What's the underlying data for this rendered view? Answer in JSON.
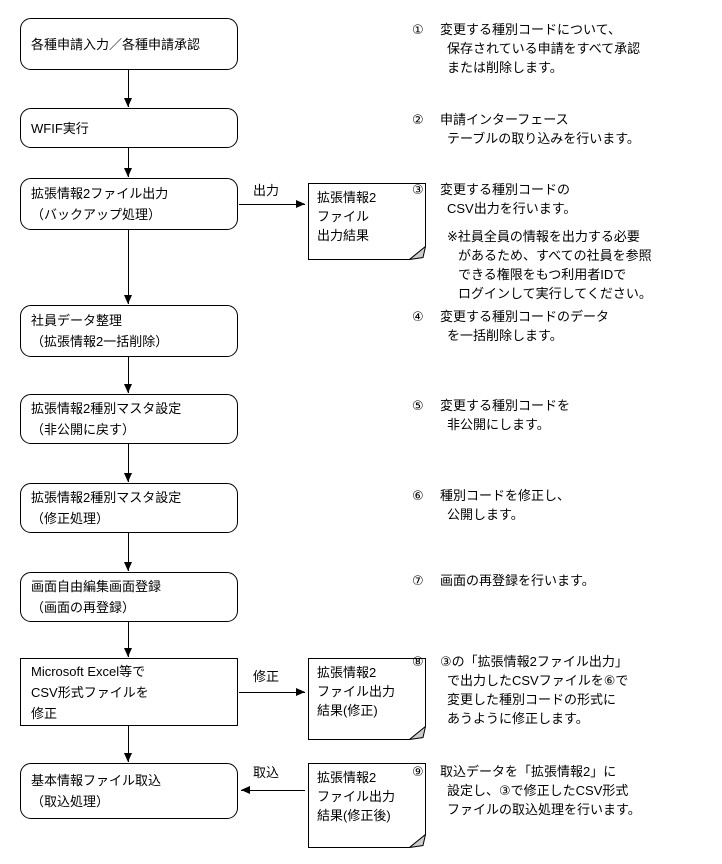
{
  "diagram": {
    "steps": [
      {
        "lines": [
          "各種申請入力／各種申請承認"
        ]
      },
      {
        "lines": [
          "WFIF実行"
        ]
      },
      {
        "lines": [
          "拡張情報2ファイル出力",
          "（バックアップ処理）"
        ]
      },
      {
        "lines": [
          "社員データ整理",
          "（拡張情報2一括削除）"
        ]
      },
      {
        "lines": [
          "拡張情報2種別マスタ設定",
          "（非公開に戻す）"
        ]
      },
      {
        "lines": [
          "拡張情報2種別マスタ設定",
          "（修正処理）"
        ]
      },
      {
        "lines": [
          "画面自由編集画面登録",
          "（画面の再登録）"
        ]
      },
      {
        "lines": [
          "Microsoft Excel等で",
          "CSV形式ファイルを",
          "修正"
        ]
      },
      {
        "lines": [
          "基本情報ファイル取込",
          "（取込処理）"
        ]
      }
    ],
    "documents": [
      {
        "lines": [
          "拡張情報2",
          "ファイル",
          "出力結果"
        ]
      },
      {
        "lines": [
          "拡張情報2",
          "ファイル出力",
          "結果(修正)"
        ]
      },
      {
        "lines": [
          "拡張情報2",
          "ファイル出力",
          "結果(修正後)"
        ]
      }
    ],
    "arrow_labels": {
      "output": "出力",
      "modify": "修正",
      "import": "取込"
    },
    "colors": {
      "line": "#000000",
      "background": "#ffffff",
      "fold_fill": "#cccccc"
    }
  },
  "annotations": [
    {
      "num": "①",
      "lines": [
        "変更する種別コードについて、",
        "保存されている申請をすべて承認",
        "または削除します。"
      ]
    },
    {
      "num": "②",
      "lines": [
        "申請インターフェース",
        "テーブルの取り込みを行います。"
      ]
    },
    {
      "num": "③",
      "lines": [
        "変更する種別コードの",
        "CSV出力を行います。"
      ],
      "note_lines": [
        "※社員全員の情報を出力する必要",
        "があるため、すべての社員を参照",
        "できる権限をもつ利用者IDで",
        "ログインして実行してください。"
      ]
    },
    {
      "num": "④",
      "lines": [
        "変更する種別コードのデータ",
        "を一括削除します。"
      ]
    },
    {
      "num": "⑤",
      "lines": [
        "変更する種別コードを",
        "非公開にします。"
      ]
    },
    {
      "num": "⑥",
      "lines": [
        "種別コードを修正し、",
        "公開します。"
      ]
    },
    {
      "num": "⑦",
      "lines": [
        "画面の再登録を行います。"
      ]
    },
    {
      "num": "⑧",
      "lines": [
        "③の「拡張情報2ファイル出力」",
        "で出力したCSVファイルを⑥で",
        "変更した種別コードの形式に",
        "あうように修正します。"
      ]
    },
    {
      "num": "⑨",
      "lines": [
        "取込データを「拡張情報2」に",
        "設定し、③で修正したCSV形式",
        "ファイルの取込処理を行います。"
      ]
    }
  ]
}
